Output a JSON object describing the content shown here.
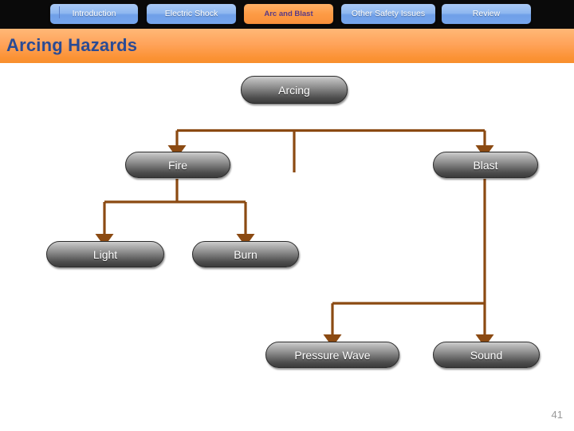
{
  "nav": {
    "tabs": [
      {
        "id": "introduction",
        "label": "Introduction",
        "state": "normal"
      },
      {
        "id": "electric",
        "label": "Electric Shock",
        "state": "normal"
      },
      {
        "id": "arcblast",
        "label": "Arc and Blast",
        "state": "active"
      },
      {
        "id": "other",
        "label": "Other Safety Issues",
        "state": "normal"
      },
      {
        "id": "review",
        "label": "Review",
        "state": "normal"
      }
    ]
  },
  "header": {
    "title": "Arcing Hazards",
    "title_color": "#2a4b94",
    "band_color": "#fb9234"
  },
  "diagram": {
    "type": "tree",
    "connector_color": "#8b4a12",
    "node_text_color": "#ffffff",
    "nodes": [
      {
        "id": "arcing",
        "label": "Arcing"
      },
      {
        "id": "fire",
        "label": "Fire"
      },
      {
        "id": "blast",
        "label": "Blast"
      },
      {
        "id": "light",
        "label": "Light"
      },
      {
        "id": "burn",
        "label": "Burn"
      },
      {
        "id": "pressure-wave",
        "label": "Pressure Wave"
      },
      {
        "id": "sound",
        "label": "Sound"
      }
    ],
    "edges": [
      {
        "from": "arcing",
        "to": "fire"
      },
      {
        "from": "arcing",
        "to": "blast"
      },
      {
        "from": "fire",
        "to": "light"
      },
      {
        "from": "fire",
        "to": "burn"
      },
      {
        "from": "blast",
        "to": "pressure-wave"
      },
      {
        "from": "blast",
        "to": "sound"
      }
    ]
  },
  "footer": {
    "page_number": "41"
  }
}
